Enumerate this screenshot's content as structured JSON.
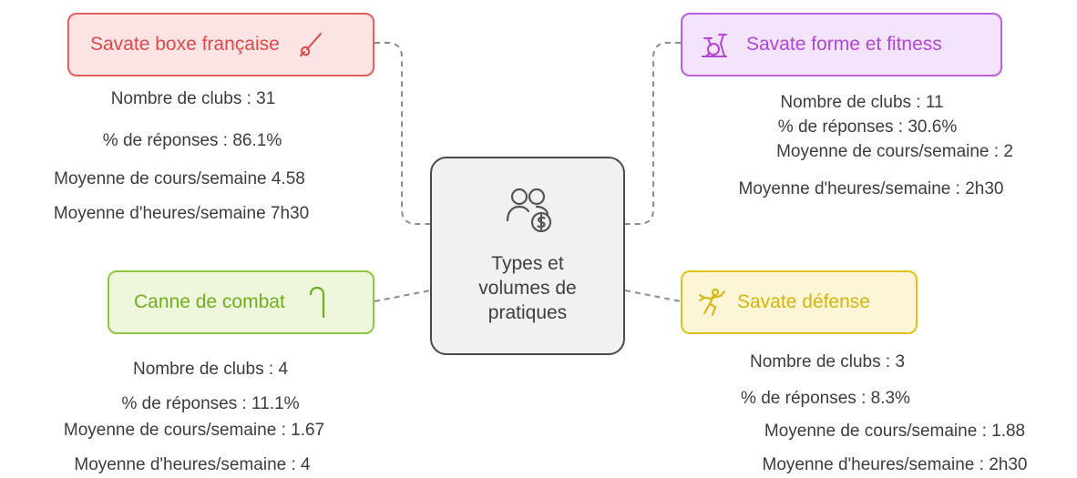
{
  "center": {
    "title_lines": [
      "Types et",
      "volumes de",
      "pratiques"
    ],
    "icon": "users-money-icon"
  },
  "categories": [
    {
      "id": "boxe",
      "label": "Savate boxe française",
      "icon": "boxing-glove-icon",
      "color": "#e65d5d",
      "stats": [
        "Nombre de clubs : 31",
        "% de réponses : 86.1%",
        "Moyenne de cours/semaine 4.58",
        "Moyenne d'heures/semaine 7h30"
      ]
    },
    {
      "id": "fitness",
      "label": "Savate forme et fitness",
      "icon": "exercise-bike-icon",
      "color": "#bb5fe0",
      "stats": [
        "Nombre de clubs : 11",
        "% de réponses : 30.6%",
        "Moyenne de cours/semaine : 2",
        "Moyenne d'heures/semaine : 2h30"
      ]
    },
    {
      "id": "canne",
      "label": "Canne de combat",
      "icon": "cane-icon",
      "color": "#8ec63d",
      "stats": [
        "Nombre de clubs : 4",
        "% de réponses : 11.1%",
        "Moyenne de cours/semaine : 1.67",
        "Moyenne d'heures/semaine : 4"
      ]
    },
    {
      "id": "defense",
      "label": "Savate défense",
      "icon": "self-defense-figure-icon",
      "color": "#e1c21b",
      "stats": [
        "Nombre de clubs : 3",
        "% de réponses : 8.3%",
        "Moyenne de cours/semaine : 1.88",
        "Moyenne d'heures/semaine : 2h30"
      ]
    }
  ]
}
